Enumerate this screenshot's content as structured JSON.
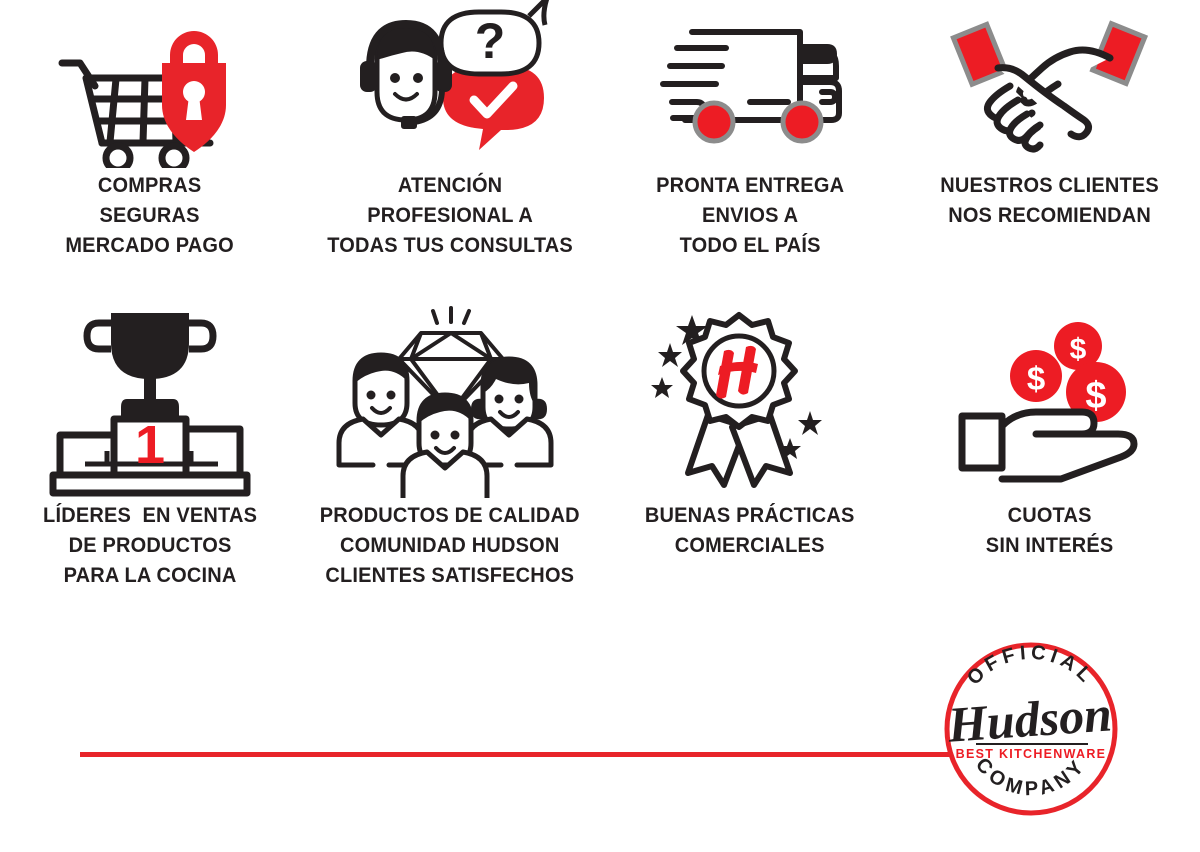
{
  "page": {
    "background_color": "#ffffff",
    "accent_red": "#e8242a",
    "ink": "#231f20",
    "grey": "#8c8c8c"
  },
  "benefits": {
    "row1": [
      {
        "icon": "shopping-cart-lock-icon",
        "lines": [
          "COMPRAS",
          "SEGURAS",
          "MERCADO PAGO"
        ]
      },
      {
        "icon": "headset-support-question-icon",
        "lines": [
          "ATENCIÓN",
          "PROFESIONAL A",
          "TODAS TUS CONSULTAS"
        ]
      },
      {
        "icon": "delivery-truck-icon",
        "lines": [
          "PRONTA ENTREGA",
          "ENVIOS A",
          "TODO EL PAÍS"
        ]
      },
      {
        "icon": "handshake-icon",
        "lines": [
          "NUESTROS CLIENTES",
          "NOS RECOMIENDAN"
        ]
      }
    ],
    "row2": [
      {
        "icon": "trophy-podium-icon",
        "lines": [
          "LÍDERES  EN VENTAS",
          "DE PRODUCTOS",
          "PARA LA COCINA"
        ]
      },
      {
        "icon": "people-diamond-icon",
        "lines": [
          "PRODUCTOS DE CALIDAD",
          "COMUNIDAD HUDSON",
          "CLIENTES SATISFECHOS"
        ]
      },
      {
        "icon": "award-ribbon-h-icon",
        "lines": [
          "BUENAS PRÁCTICAS",
          "COMERCIALES"
        ]
      },
      {
        "icon": "hand-coins-icon",
        "lines": [
          "CUOTAS",
          "SIN INTERÉS"
        ]
      }
    ]
  },
  "podium": {
    "rank_number": "1"
  },
  "logo": {
    "top_arc_text": "OFFICIAL",
    "bottom_arc_text": "COMPANY",
    "wordmark": "Hudson",
    "tagline": "BEST KITCHENWARE"
  }
}
